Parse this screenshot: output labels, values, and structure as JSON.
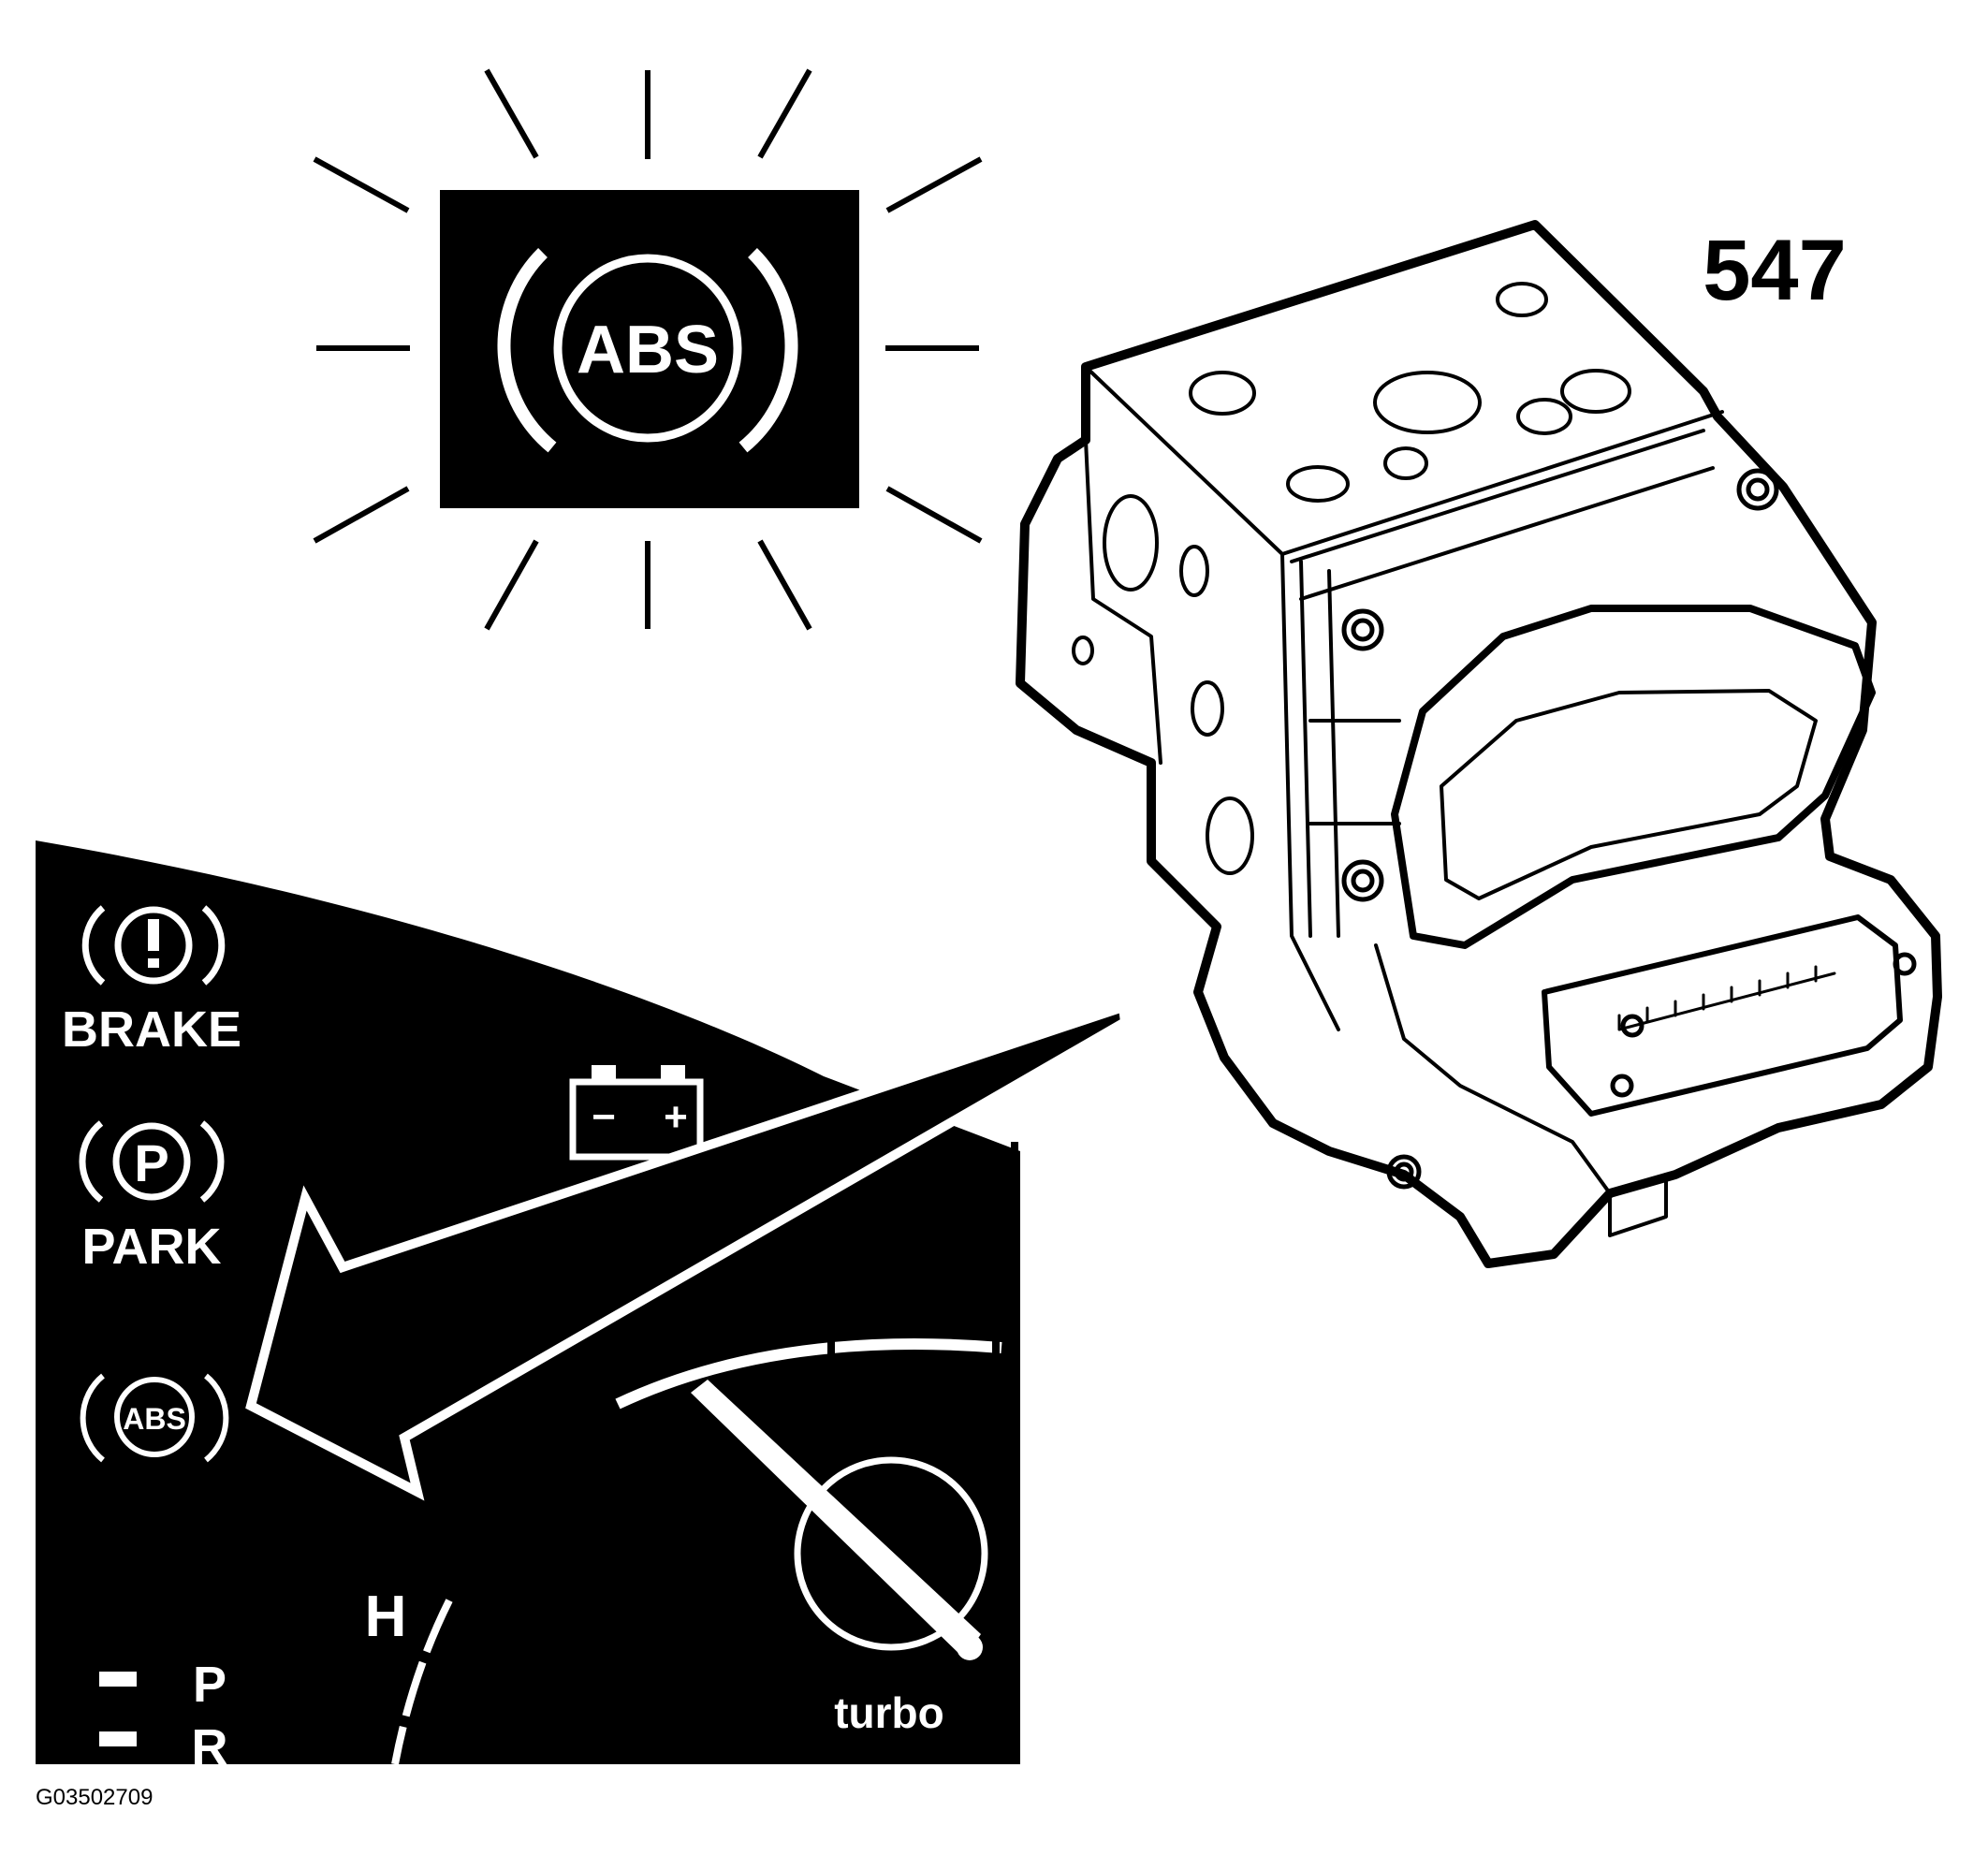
{
  "warning_lamp": {
    "label": "ABS"
  },
  "unit": {
    "reference_number": "547"
  },
  "cluster": {
    "brake_label": "BRAKE",
    "park_icon_letter": "P",
    "park_label": "PARK",
    "abs_icon_label": "ABS",
    "battery_minus": "−",
    "battery_plus": "+",
    "temp_label": "H",
    "gear_p": "P",
    "gear_r": "R",
    "gauge_label": "turbo"
  },
  "figure_code": "G03502709"
}
